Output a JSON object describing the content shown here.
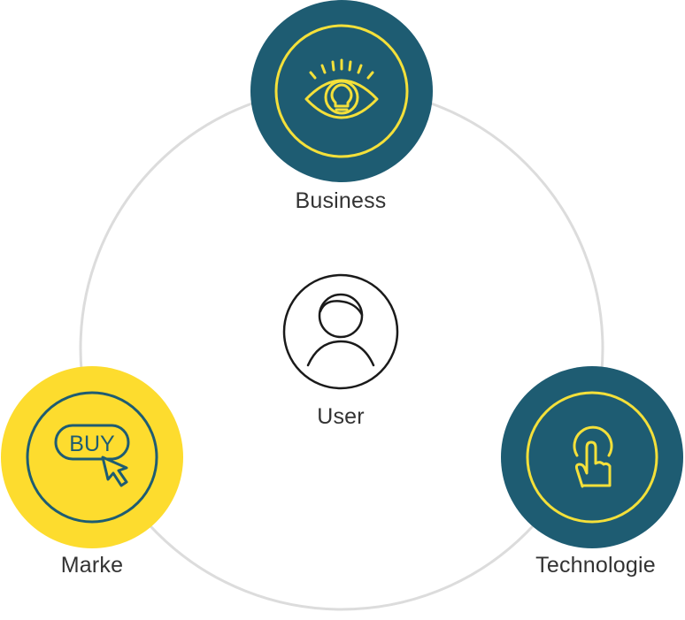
{
  "colors": {
    "ring": "#dcdcdc",
    "teal": "#1e5c72",
    "yellow_accent": "#f4e03a",
    "yellow_fill": "#fddc2e",
    "icon_dark": "#1e5c72",
    "user_stroke": "#1a1a1a"
  },
  "nodes": {
    "business": {
      "label": "Business",
      "icon": "eye-lightbulb-icon"
    },
    "user": {
      "label": "User",
      "icon": "user-icon"
    },
    "marke": {
      "label": "Marke",
      "icon": "buy-button-cursor-icon",
      "icon_text": "BUY"
    },
    "technologie": {
      "label": "Technologie",
      "icon": "touch-pointer-icon"
    }
  }
}
